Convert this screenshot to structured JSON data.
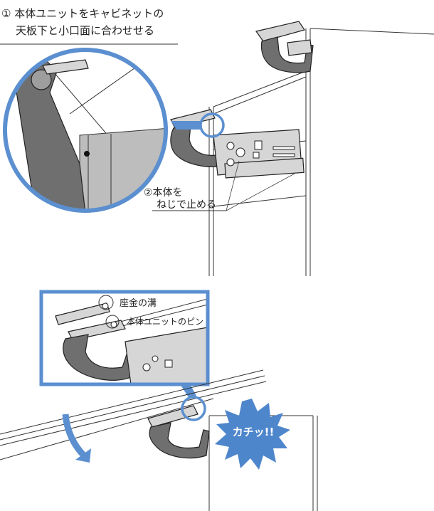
{
  "step1": {
    "line1": "① 本体ユニットをキャビネットの",
    "line2": "天板下と小口面に合わせせる"
  },
  "step2": {
    "line1": "②本体を",
    "line2": "ねじで止める"
  },
  "callouts": {
    "washer_groove": "座金の溝",
    "unit_pin": "本体ユニットのピン"
  },
  "burst_text": "カチッ!!",
  "colors": {
    "accent_blue": "#5b8fd0",
    "burst_blue": "#4e86cc",
    "part_gray": "#6f6f6f"
  }
}
